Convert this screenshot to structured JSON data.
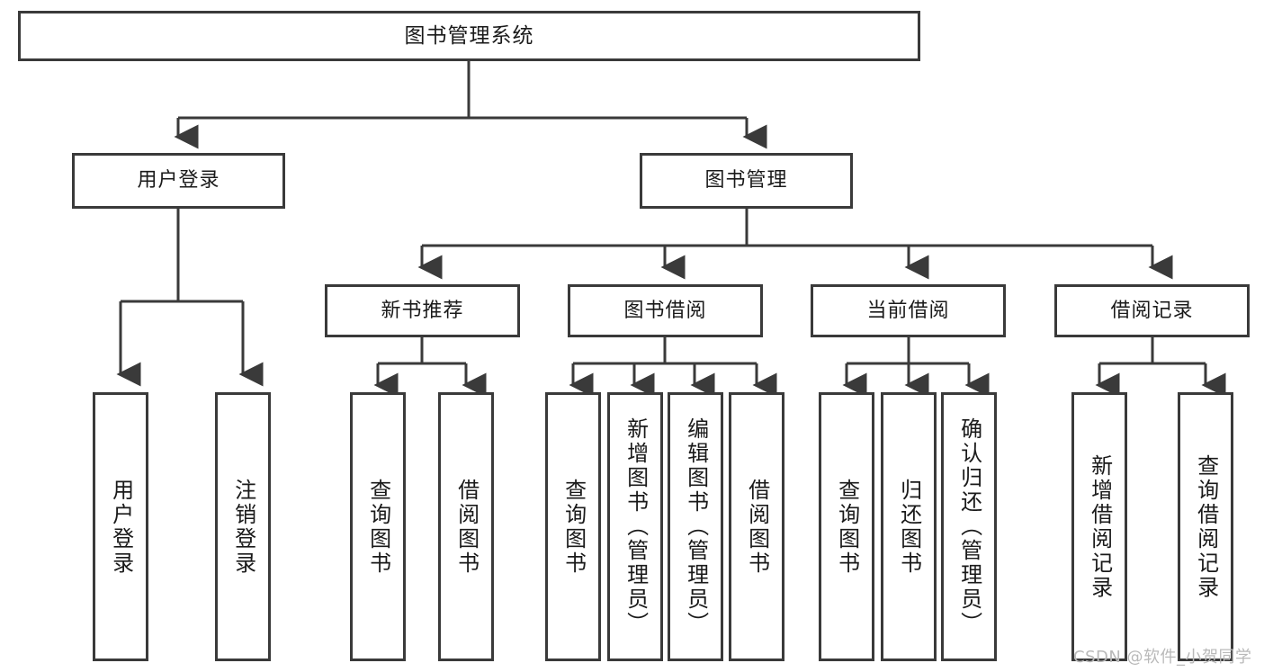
{
  "diagram": {
    "title_node": {
      "label": "图书管理系统"
    },
    "level2": [
      {
        "label": "用户登录"
      },
      {
        "label": "图书管理"
      }
    ],
    "level3": [
      {
        "label": "新书推荐"
      },
      {
        "label": "图书借阅"
      },
      {
        "label": "当前借阅"
      },
      {
        "label": "借阅记录"
      }
    ],
    "leaves": {
      "user_login": [
        {
          "label": "用户登录"
        },
        {
          "label": "注销登录"
        }
      ],
      "new_book_recommend": [
        {
          "label": "查询图书"
        },
        {
          "label": "借阅图书"
        }
      ],
      "book_borrow": [
        {
          "label": "查询图书"
        },
        {
          "label": "新增图书（管理员）"
        },
        {
          "label": "编辑图书（管理员）"
        },
        {
          "label": "借阅图书"
        }
      ],
      "current_borrow": [
        {
          "label": "查询图书"
        },
        {
          "label": "归还图书"
        },
        {
          "label": "确认归还（管理员）"
        }
      ],
      "borrow_record": [
        {
          "label": "新增借阅记录"
        },
        {
          "label": "查询借阅记录"
        }
      ]
    },
    "watermark": {
      "text": "CSDN @软件_小贺同学"
    },
    "colors": {
      "border": "#3a3a3a",
      "fill": "#ffffff",
      "text": "#1a1a1a",
      "watermark": "#b9b9b9"
    }
  }
}
